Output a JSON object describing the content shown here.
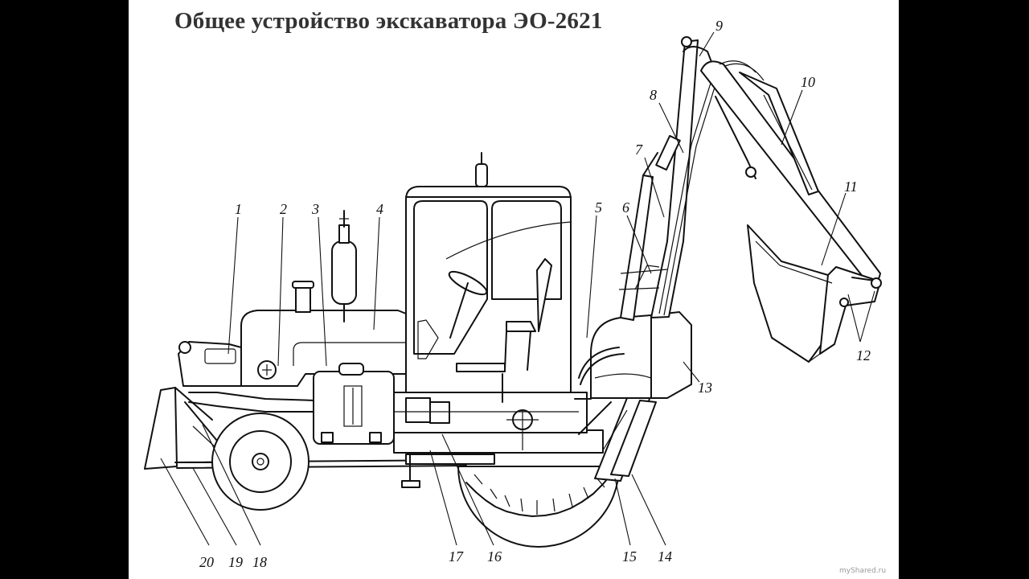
{
  "title": "Общее устройство экскаватора ЭО-2621",
  "callouts": [
    "1",
    "2",
    "3",
    "4",
    "5",
    "6",
    "7",
    "8",
    "9",
    "10",
    "11",
    "12",
    "13",
    "14",
    "15",
    "16",
    "17",
    "18",
    "19",
    "20"
  ],
  "watermark": "myShared.ru"
}
